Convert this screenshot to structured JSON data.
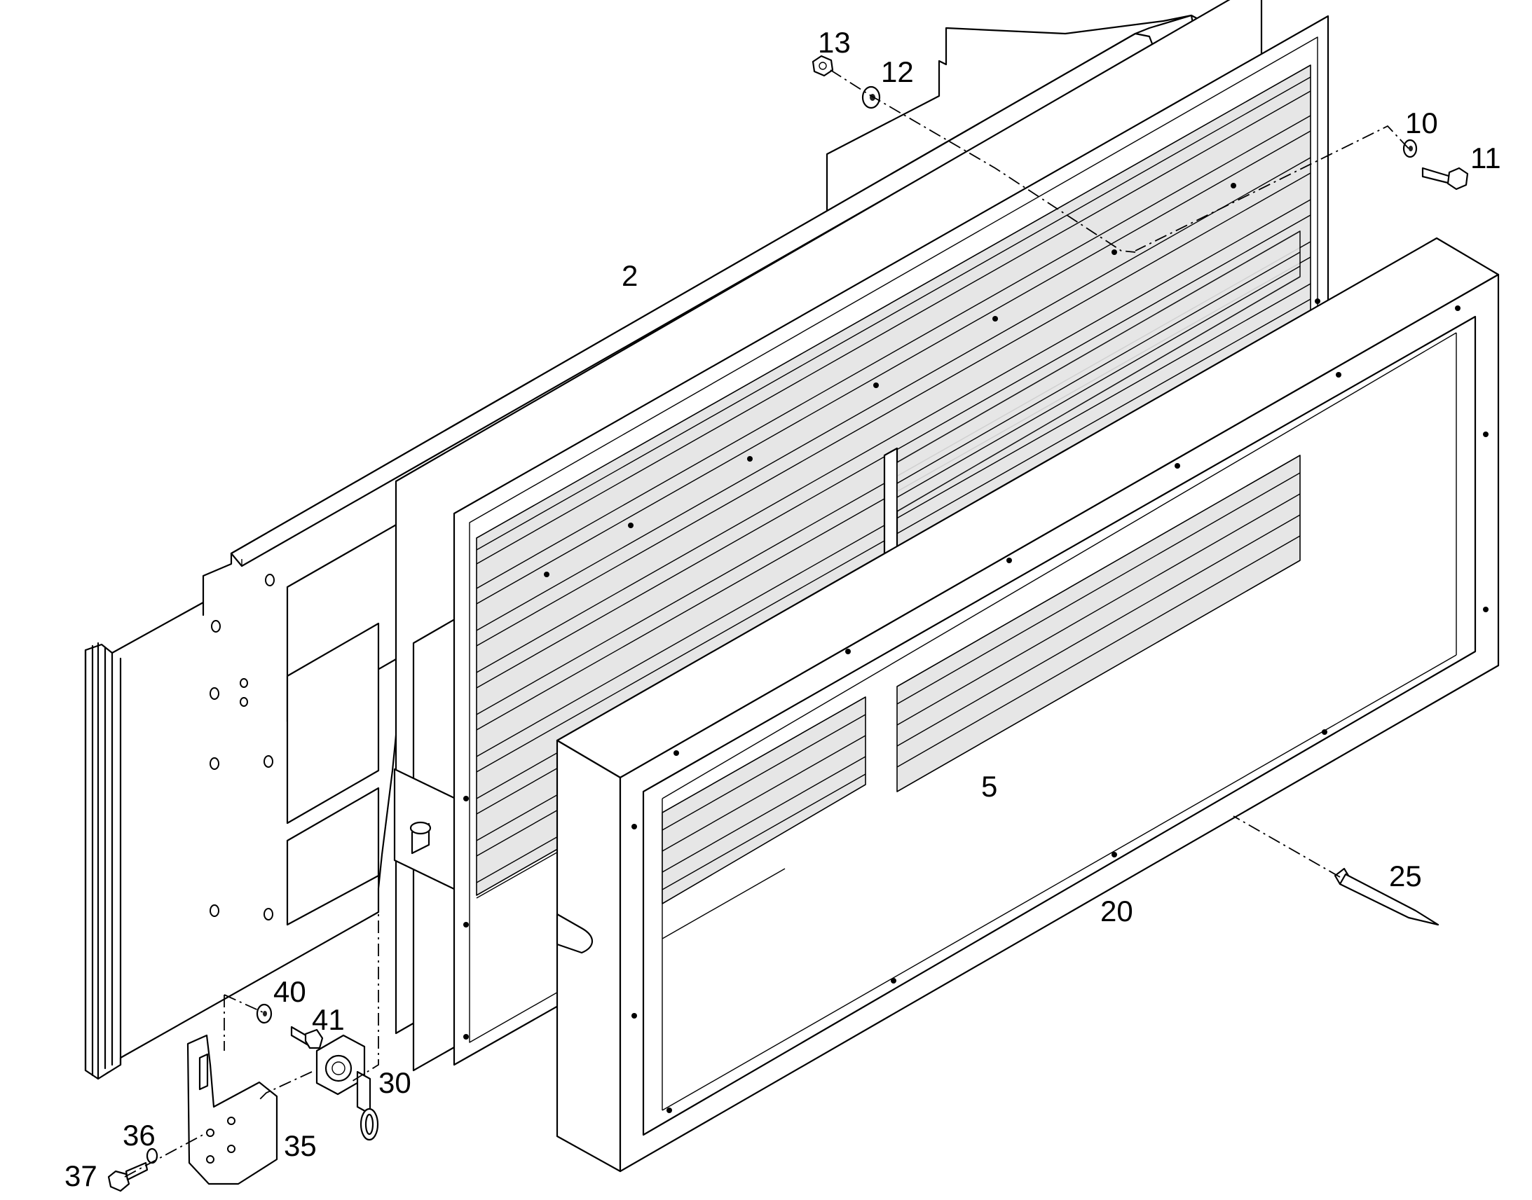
{
  "diagram": {
    "type": "exploded-parts-view",
    "callouts": [
      {
        "id": "c2",
        "label": "2"
      },
      {
        "id": "c5",
        "label": "5"
      },
      {
        "id": "c10",
        "label": "10"
      },
      {
        "id": "c11",
        "label": "11"
      },
      {
        "id": "c12",
        "label": "12"
      },
      {
        "id": "c13",
        "label": "13"
      },
      {
        "id": "c20",
        "label": "20"
      },
      {
        "id": "c25",
        "label": "25"
      },
      {
        "id": "c30",
        "label": "30"
      },
      {
        "id": "c35",
        "label": "35"
      },
      {
        "id": "c36",
        "label": "36"
      },
      {
        "id": "c37",
        "label": "37"
      },
      {
        "id": "c40",
        "label": "40"
      },
      {
        "id": "c41",
        "label": "41"
      }
    ]
  }
}
